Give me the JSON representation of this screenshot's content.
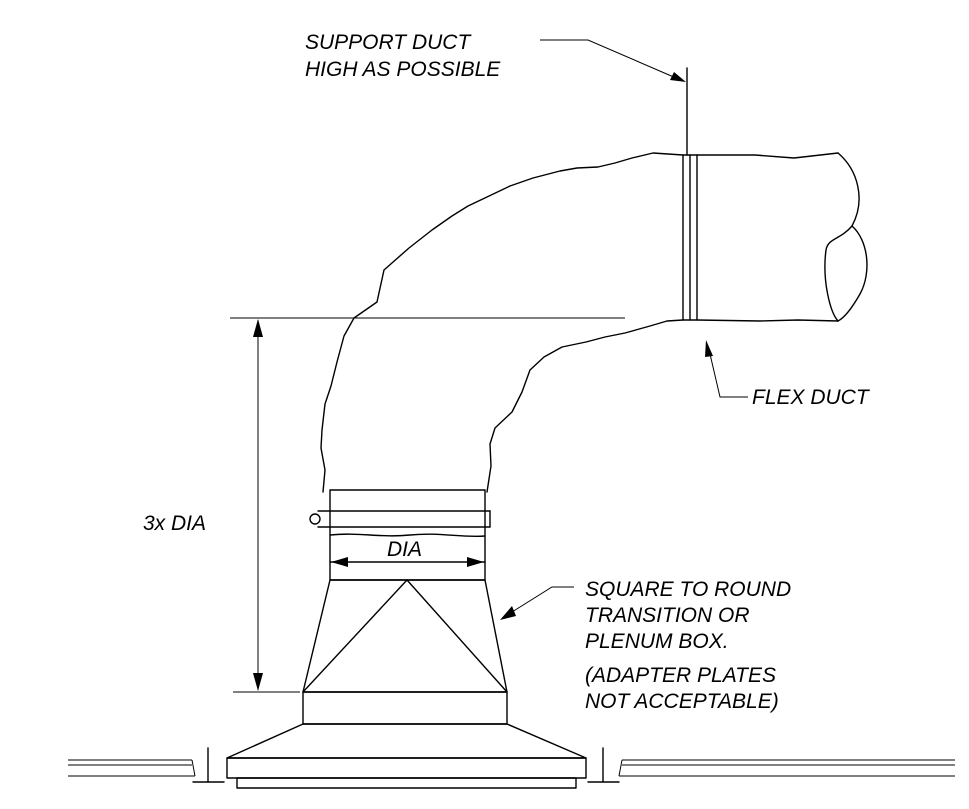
{
  "diagram": {
    "labels": {
      "support_line_1": "SUPPORT DUCT",
      "support_line_2": "HIGH AS POSSIBLE",
      "flex_duct": "FLEX DUCT",
      "dimension_height": "3x DIA",
      "dimension_dia": "DIA",
      "transition_line_1": "SQUARE TO ROUND",
      "transition_line_2": "TRANSITION OR",
      "transition_line_3": "PLENUM BOX.",
      "note_line_1": "(ADAPTER PLATES",
      "note_line_2": "NOT ACCEPTABLE)"
    },
    "colors": {
      "line": "#000000",
      "background": "#ffffff"
    }
  }
}
